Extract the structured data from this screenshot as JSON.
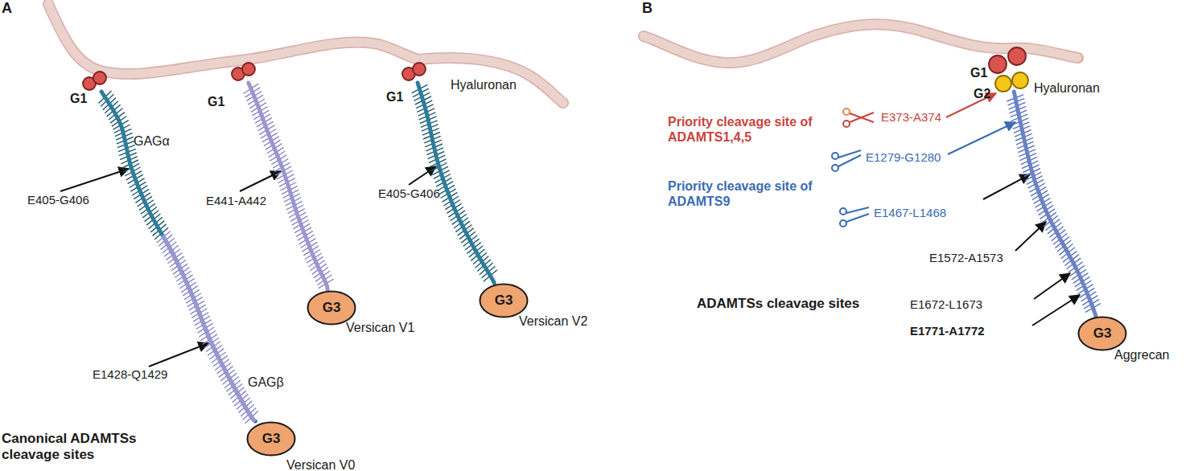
{
  "diagram": {
    "nodes": [
      {
        "text": [
          "G1"
        ]
      },
      {
        "text": [
          "G3",
          "Versican V0"
        ]
      },
      {
        "text": [
          "G1"
        ]
      },
      {
        "text": [
          "G3",
          "Versican V1"
        ]
      },
      {
        "text": [
          "G1"
        ]
      },
      {
        "text": [
          "G3",
          "Versican V2"
        ]
      },
      {
        "text": [
          "G1"
        ]
      },
      {
        "text": [
          "G2"
        ]
      },
      {
        "text": [
          "G3",
          "Aggrecan"
        ]
      }
    ],
    "edges": [
      {
        "from": 0,
        "to": 1,
        "arrow": "none"
      },
      {
        "from": 2,
        "to": 3,
        "arrow": "none"
      },
      {
        "from": 4,
        "to": 5,
        "arrow": "none"
      },
      {
        "from": 7,
        "to": 8,
        "arrow": "none"
      }
    ],
    "labels": [
      "A",
      "GAGα",
      "E405-G406",
      "GAGβ",
      "E1428-Q1429",
      "Canonical ADAMTSs cleavage sites",
      "E441-A442",
      "E405-G406",
      "Hyaluronan",
      "B",
      "Hyaluronan",
      "Priority cleavage site of ADAMTS1,4,5",
      "E373-A374",
      "E1279-G1280",
      "Priority cleavage site of ADAMTS9",
      "E1467-L1468",
      "ADAMTSs cleavage sites",
      "E1572-A1573",
      "E1672-L1673",
      "E1771-A1772"
    ]
  }
}
